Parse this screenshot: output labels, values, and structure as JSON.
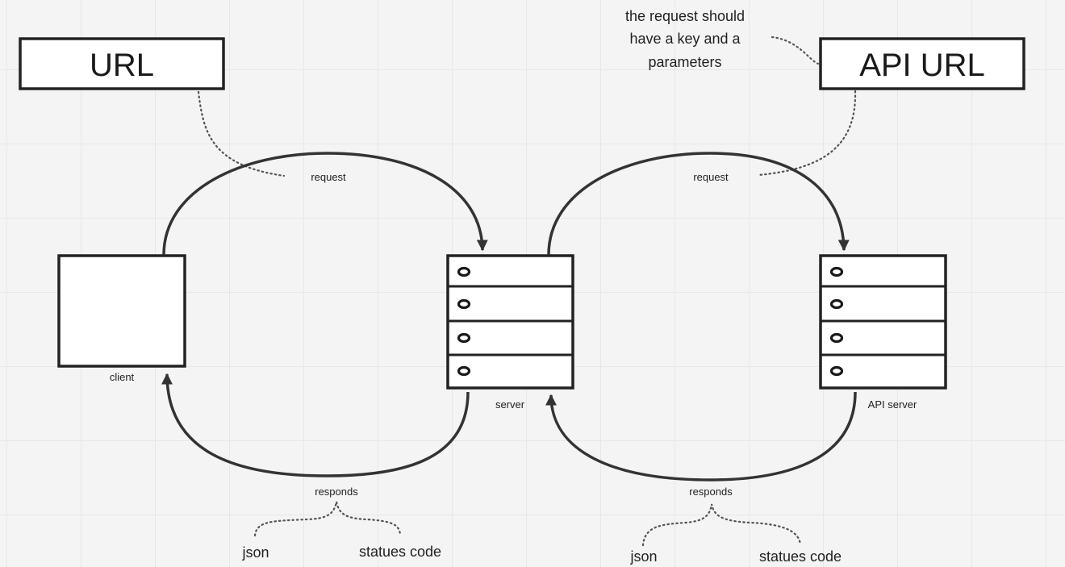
{
  "boxes": {
    "url_label": "URL",
    "api_url_label": "API URL"
  },
  "nodes": {
    "client_label": "client",
    "server_label": "server",
    "api_server_label": "API server"
  },
  "edges": {
    "client_to_server": "request",
    "server_to_api": "request",
    "server_to_client": "responds",
    "api_to_server": "responds"
  },
  "notes": {
    "api_request_line1": "the request should",
    "api_request_line2": "have a key and a",
    "api_request_line3": "parameters"
  },
  "responses": {
    "left": [
      "json",
      "statues code"
    ],
    "right": [
      "json",
      "statues code"
    ]
  },
  "colors": {
    "stroke": "#222222",
    "arc": "#333333",
    "grid": "#e7e7e7",
    "background": "#f4f4f4"
  }
}
